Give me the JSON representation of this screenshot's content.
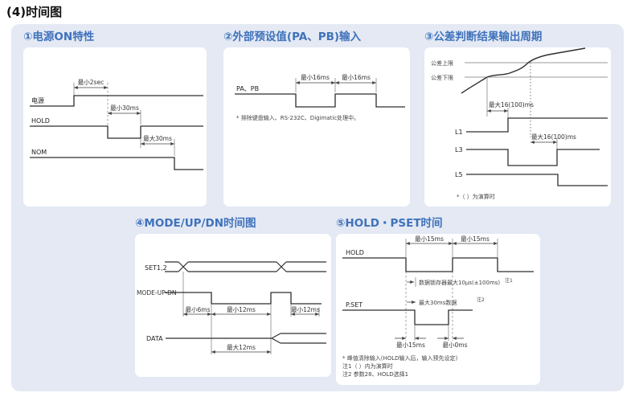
{
  "page": {
    "title": "(4)时间图"
  },
  "colors": {
    "accent_blue": "#3f72bb",
    "container_bg": "#e4e9f4",
    "card_bg": "#ffffff",
    "line": "#2e2e2e"
  },
  "panels": {
    "panel1": {
      "title": "①电源ON特性",
      "signals": {
        "power": "电源",
        "hold": "HOLD",
        "nom": "NOM"
      },
      "dims": {
        "min2sec": "最小2sec",
        "min30ms": "最小30ms",
        "max30ms": "最大30ms"
      }
    },
    "panel2": {
      "title": "②外部预设值(PA、PB)输入",
      "signals": {
        "papb": "PA、PB"
      },
      "dims": {
        "min16ms_a": "最小16ms",
        "min16ms_b": "最小16ms"
      },
      "note": "* 排除键盘输入、RS-232C、Digimatic处理中。"
    },
    "panel3": {
      "title": "③公差判断结果输出周期",
      "limits": {
        "upper": "公差上限",
        "lower": "公差下限"
      },
      "signals": {
        "l1": "L1",
        "l3": "L3",
        "l5": "L5"
      },
      "dims": {
        "max16_a": "最大16(100)ms",
        "max16_b": "最大16(100)ms"
      },
      "note": "*（ ）为演算时"
    },
    "panel4": {
      "title": "④MODE/UP/DN时间图",
      "signals": {
        "set12": "SET1,2",
        "mode": "MODE-UP-DN",
        "data": "DATA"
      },
      "dims": {
        "min6ms": "最小6ms",
        "min12ms_a": "最小12ms",
        "min12ms_b": "最小12ms",
        "max12ms": "最大12ms"
      }
    },
    "panel5": {
      "title": "⑤HOLD・PSET时间",
      "signals": {
        "hold": "HOLD",
        "pset": "P.SET"
      },
      "dims": {
        "min15ms_a": "最小15ms",
        "min15ms_b": "最小15ms",
        "min15ms_c": "最小15ms",
        "min0ms": "最小0ms"
      },
      "annotations": {
        "latch": "数据锁存器最大10μs(±100ms)",
        "latch_ref": "注1",
        "max30": "最大30ms数据",
        "max30_ref": "注2"
      },
      "notes": {
        "line1": "* 峰值清除输入(HOLD输入后，输入预先设定)",
        "line2": "注1（ ）内为演算时",
        "line3": "注2 参数28、HOLD选择1"
      }
    }
  }
}
